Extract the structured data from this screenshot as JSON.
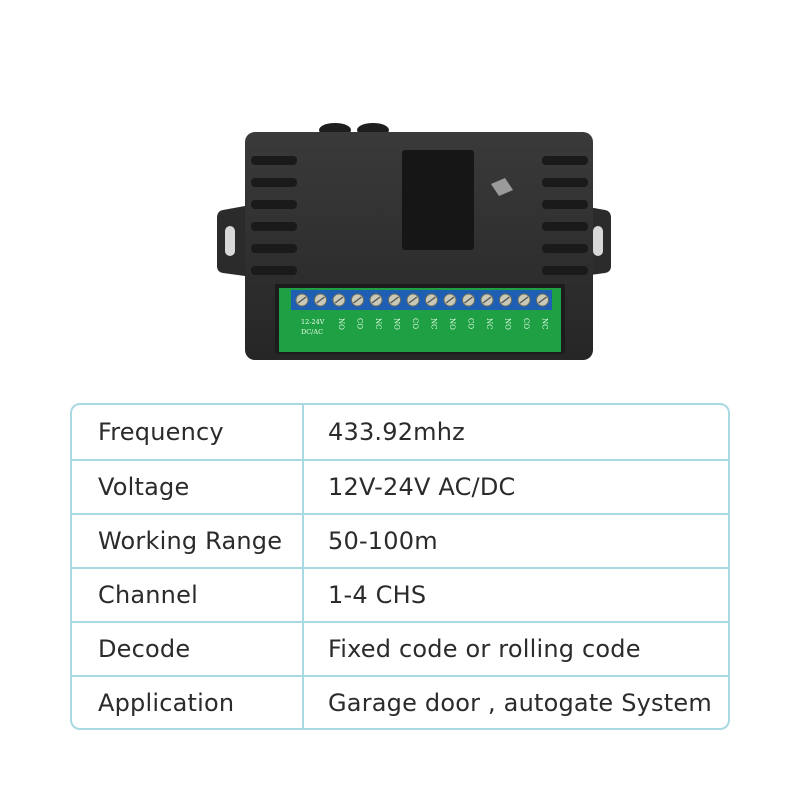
{
  "product": {
    "terminal_text": "12-24V DC/AC",
    "terminal_pins": [
      "NO",
      "CO",
      "NC",
      "NO",
      "CO",
      "NC",
      "NO",
      "CO",
      "NC",
      "NO",
      "CO",
      "NC"
    ]
  },
  "specs": [
    {
      "label": "Frequency",
      "value": "433.92mhz"
    },
    {
      "label": "Voltage",
      "value": "12V-24V AC/DC"
    },
    {
      "label": "Working Range",
      "value": "50-100m"
    },
    {
      "label": "Channel",
      "value": "1-4 CHS"
    },
    {
      "label": "Decode",
      "value": "Fixed code or rolling code"
    },
    {
      "label": "Application",
      "value": "Garage door , autogate System"
    }
  ],
  "colors": {
    "table_border": "#a9d9e3",
    "case": "#2c2c2c",
    "terminal_block": "#1f5fb3",
    "pcb": "#1fa044"
  }
}
